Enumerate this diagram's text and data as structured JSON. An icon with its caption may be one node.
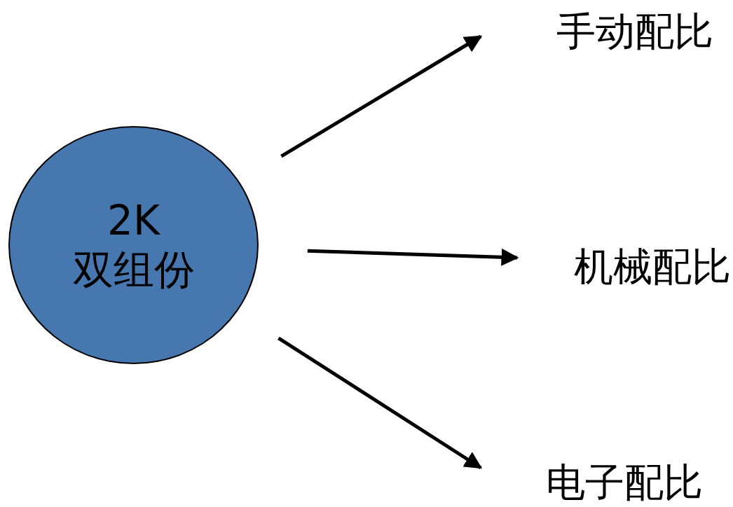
{
  "diagram": {
    "nodes": [
      {
        "text": [
          "2K",
          "双组份"
        ]
      },
      {
        "text": [
          "手动配比"
        ]
      },
      {
        "text": [
          "机械配比"
        ]
      },
      {
        "text": [
          "电子配比"
        ]
      }
    ],
    "edges": [
      {
        "from": 0,
        "to": 1,
        "arrow": "to"
      },
      {
        "from": 0,
        "to": 2,
        "arrow": "to"
      },
      {
        "from": 0,
        "to": 3,
        "arrow": "to"
      }
    ]
  }
}
